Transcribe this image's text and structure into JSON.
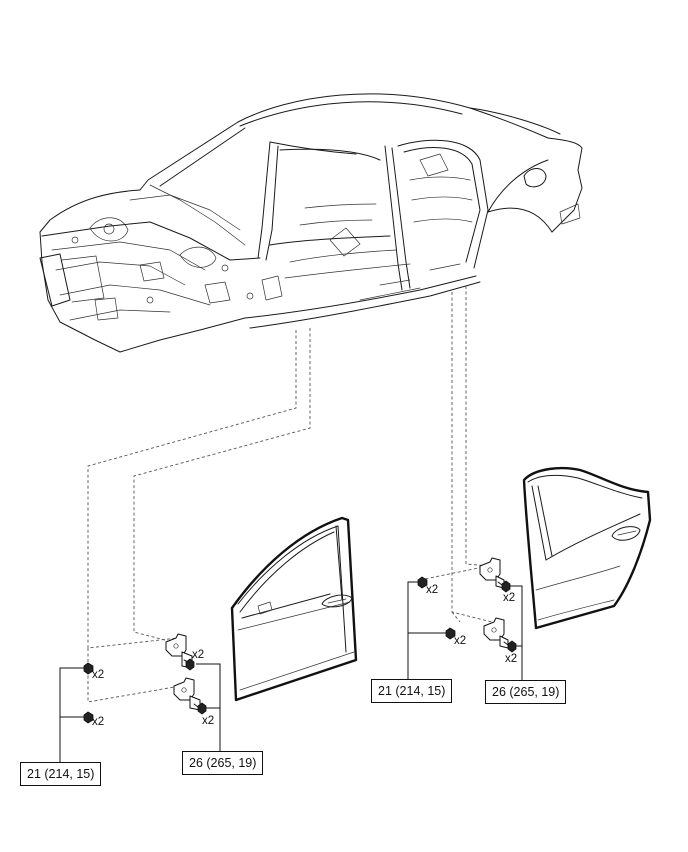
{
  "diagram": {
    "qty_labels": {
      "front_upper_nut": "x2",
      "front_lower_nut": "x2",
      "front_upper_bolt": "x2",
      "front_lower_bolt": "x2",
      "rear_upper_nut": "x2",
      "rear_lower_nut": "x2",
      "rear_upper_bolt": "x2",
      "rear_lower_bolt": "x2"
    },
    "torque_specs": {
      "front_nut": "21 (214, 15)",
      "front_bolt": "26 (265, 19)",
      "rear_nut": "21 (214, 15)",
      "rear_bolt": "26 (265, 19)"
    }
  }
}
